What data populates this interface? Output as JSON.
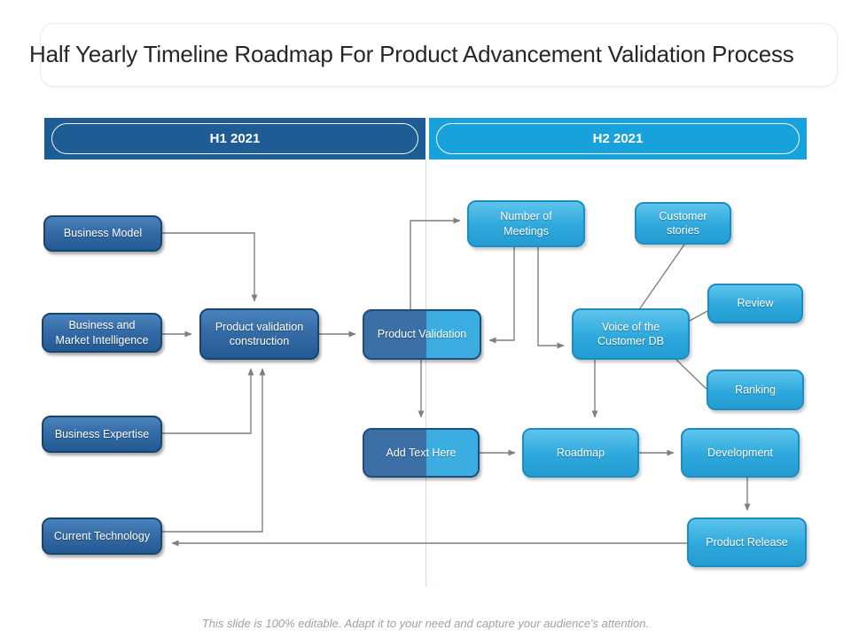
{
  "title": "Half Yearly Timeline Roadmap For Product Advancement Validation Process",
  "footer": "This slide is 100% editable. Adapt it to your need and capture your audience's attention.",
  "timeline": {
    "h1_label": "H1 2021",
    "h2_label": "H2 2021"
  },
  "nodes": {
    "business_model": "Business Model",
    "business_market_intelligence": "Business and\nMarket Intelligence",
    "business_expertise": "Business Expertise",
    "current_technology": "Current Technology",
    "product_validation_construction": "Product validation\nconstruction",
    "product_validation": "Product Validation",
    "number_of_meetings": "Number of\nMeetings",
    "customer_stories": "Customer\nstories",
    "review": "Review",
    "voice_of_customer_db": "Voice of the\nCustomer DB",
    "ranking": "Ranking",
    "add_text_here": "Add Text Here",
    "roadmap": "Roadmap",
    "development": "Development",
    "product_release": "Product Release"
  },
  "colors": {
    "h1_bar": "#1e5c95",
    "h2_bar": "#18a2dc",
    "dark_node_fill": "#2f66a0",
    "dark_node_border": "#17456e",
    "light_node_fill": "#2ea8dc",
    "light_node_border": "#1b8dc2",
    "connector": "#7f7f7f"
  }
}
